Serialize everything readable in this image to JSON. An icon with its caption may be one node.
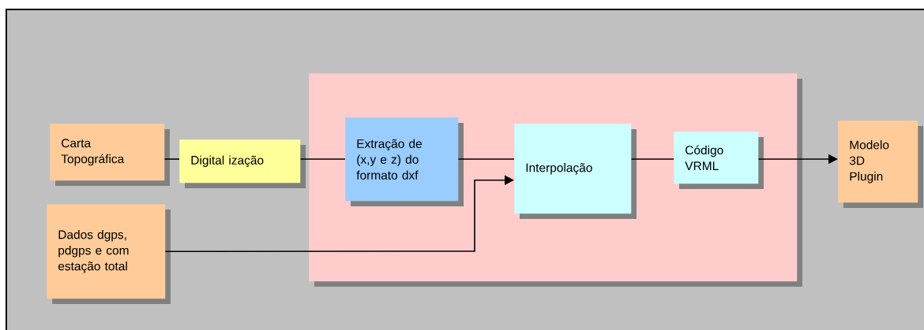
{
  "diagram": {
    "nodes": [
      {
        "text": [
          "Carta Topográfica"
        ]
      },
      {
        "text": [
          "Digital ização"
        ]
      },
      {
        "text": [],
        "shape": "box"
      },
      {
        "text": [
          "Extração de (x,y e z) do formato dxf"
        ],
        "in": 2
      },
      {
        "text": [
          "Interpolação"
        ],
        "in": 2
      },
      {
        "text": [
          "Código VRML"
        ],
        "in": 2
      },
      {
        "text": [
          "Modelo 3D Plugin"
        ]
      },
      {
        "text": [
          "Dados dgps, pdgps e com estação total"
        ]
      }
    ],
    "edges": [
      {
        "from": 0,
        "to": 1,
        "arrow": "none"
      },
      {
        "from": 1,
        "to": 3,
        "arrow": "none"
      },
      {
        "from": 3,
        "to": 4,
        "arrow": "none"
      },
      {
        "from": 4,
        "to": 5,
        "arrow": "none"
      },
      {
        "from": 5,
        "to": 6,
        "arrow": "to"
      },
      {
        "from": 7,
        "to": 4,
        "arrow": "to"
      }
    ]
  }
}
